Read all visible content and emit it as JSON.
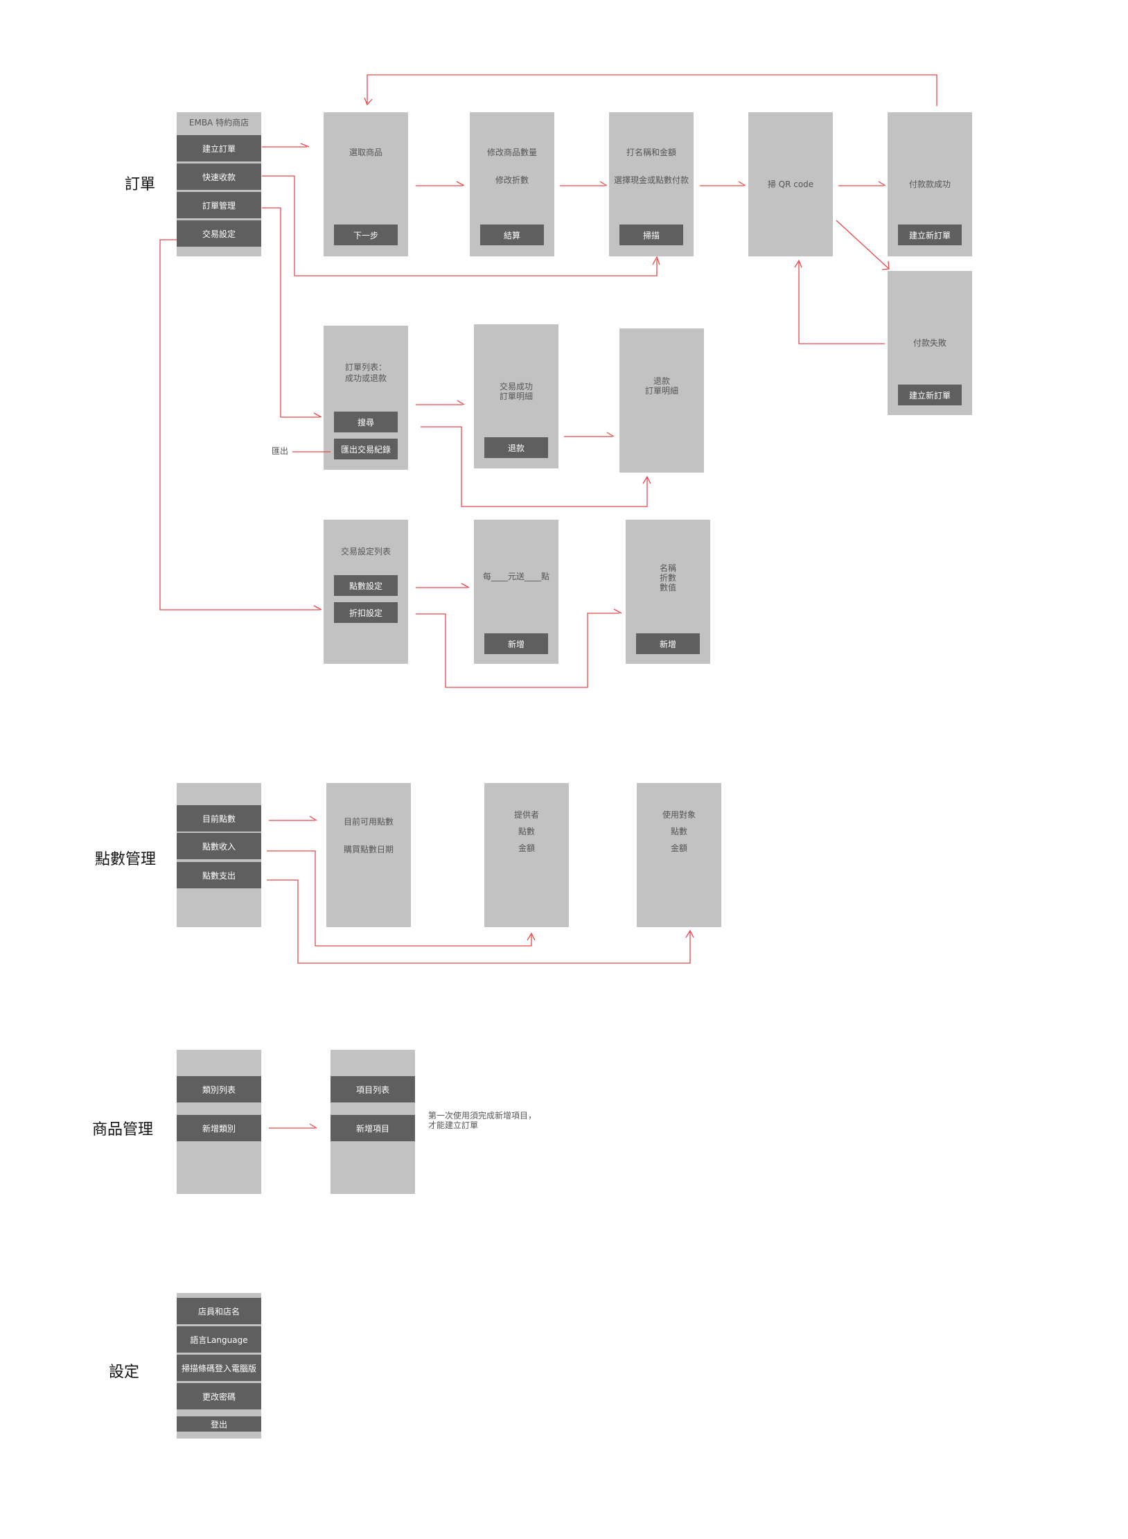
{
  "orders": {
    "section_label": "訂單",
    "menu": {
      "title": "EMBA 特約商店",
      "items": [
        "建立訂單",
        "快速收款",
        "訂單管理",
        "交易設定"
      ]
    },
    "screens": {
      "select_product": {
        "text": "選取商品",
        "button": "下一步"
      },
      "edit_qty": {
        "line1": "修改商品數量",
        "line2": "修改折數",
        "button": "結算"
      },
      "pay_method": {
        "line1": "打名稱和金額",
        "line2": "選擇現金或點數付款",
        "button": "掃描"
      },
      "scan_qr": {
        "text": "掃 QR code"
      },
      "pay_success": {
        "text": "付款款成功",
        "button": "建立新訂單"
      },
      "pay_fail": {
        "text": "付款失敗",
        "button": "建立新訂單"
      },
      "order_list": {
        "line1": "訂單列表：",
        "line2": "成功或退款",
        "button1": "搜尋",
        "button2": "匯出交易紀錄"
      },
      "trans_success": {
        "line1": "交易成功",
        "line2": "訂單明細",
        "button": "退款"
      },
      "refund_detail": {
        "line1": "退款",
        "line2": "訂單明細"
      },
      "trans_settings": {
        "text": "交易設定列表",
        "button1": "點數設定",
        "button2": "折扣設定"
      },
      "points_rule": {
        "text": "每____元送____點",
        "button": "新增"
      },
      "discount_rule": {
        "line1": "名稱",
        "line2": "折數",
        "line3": "數值",
        "button": "新增"
      }
    },
    "export_note": "匯出"
  },
  "points": {
    "section_label": "點數管理",
    "menu": {
      "items": [
        "目前點數",
        "點數收入",
        "點數支出"
      ]
    },
    "screens": {
      "current": {
        "line1": "目前可用點數",
        "line2": "購買點數日期"
      },
      "income": {
        "line1": "提供者",
        "line2": "點數",
        "line3": "金額"
      },
      "expense": {
        "line1": "使用對象",
        "line2": "點數",
        "line3": "金額"
      }
    }
  },
  "products": {
    "section_label": "商品管理",
    "menu": {
      "items": [
        "類別列表",
        "新增類別"
      ]
    },
    "screen": {
      "items": [
        "項目列表",
        "新增項目"
      ]
    },
    "note_line1": "第一次使用須完成新增項目，",
    "note_line2": "才能建立訂單"
  },
  "settings": {
    "section_label": "設定",
    "menu": {
      "items": [
        "店員和店名",
        "語言Language",
        "掃描條碼登入電腦版",
        "更改密碼",
        "登出"
      ]
    }
  }
}
